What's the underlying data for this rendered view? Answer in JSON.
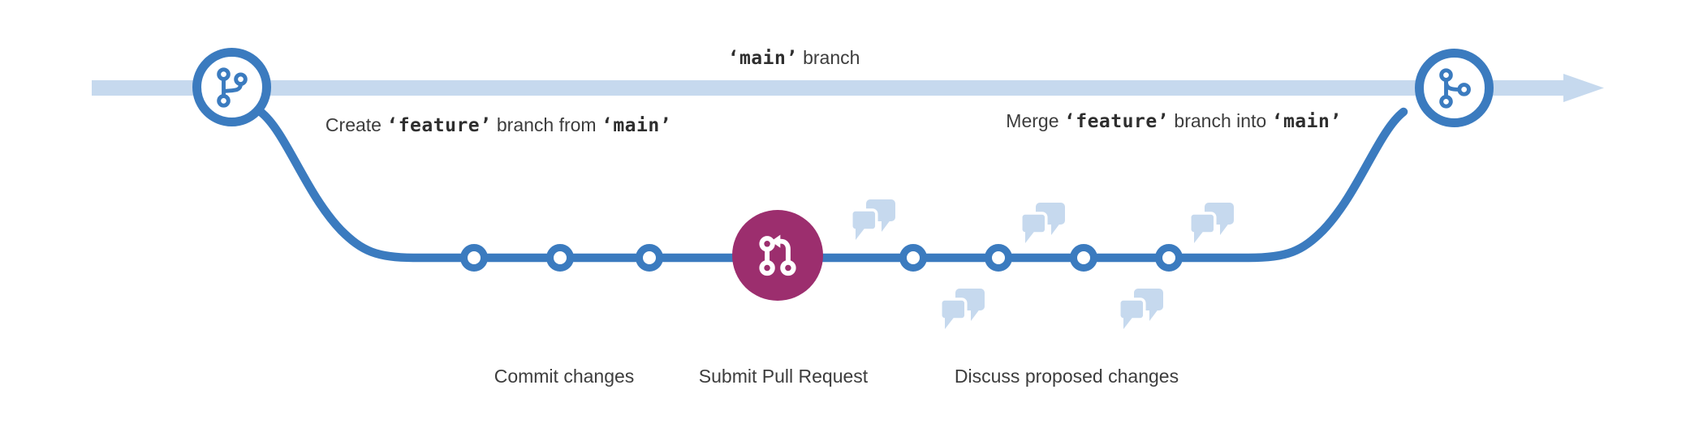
{
  "labels": {
    "main_branch": {
      "code": "‘main’",
      "rest": " branch"
    },
    "create": {
      "t1": "Create ",
      "code1": "‘feature’",
      "t2": " branch from ",
      "code2": "‘main’"
    },
    "merge": {
      "t1": "Merge ",
      "code1": "‘feature’",
      "t2": " branch into ",
      "code2": "‘main’"
    }
  },
  "captions": {
    "commit": "Commit changes",
    "pull_request": "Submit Pull Request",
    "discuss": "Discuss proposed changes"
  },
  "icons": {
    "left_node": "git-branch-icon",
    "right_node": "git-merge-icon",
    "center_node": "pull-request-icon",
    "discussion": "discussion-bubbles-icon",
    "arrow": "main-branch-arrowhead"
  },
  "colors": {
    "branch_blue": "#3b7bbf",
    "main_band_light_blue": "#c6d9ee",
    "pull_request_purple": "#9c2e6e",
    "text_gray": "#3d3d3d"
  },
  "counts": {
    "commits_before_pull_request": 3,
    "commits_after_pull_request": 4,
    "discussion_bubble_groups": 5
  }
}
